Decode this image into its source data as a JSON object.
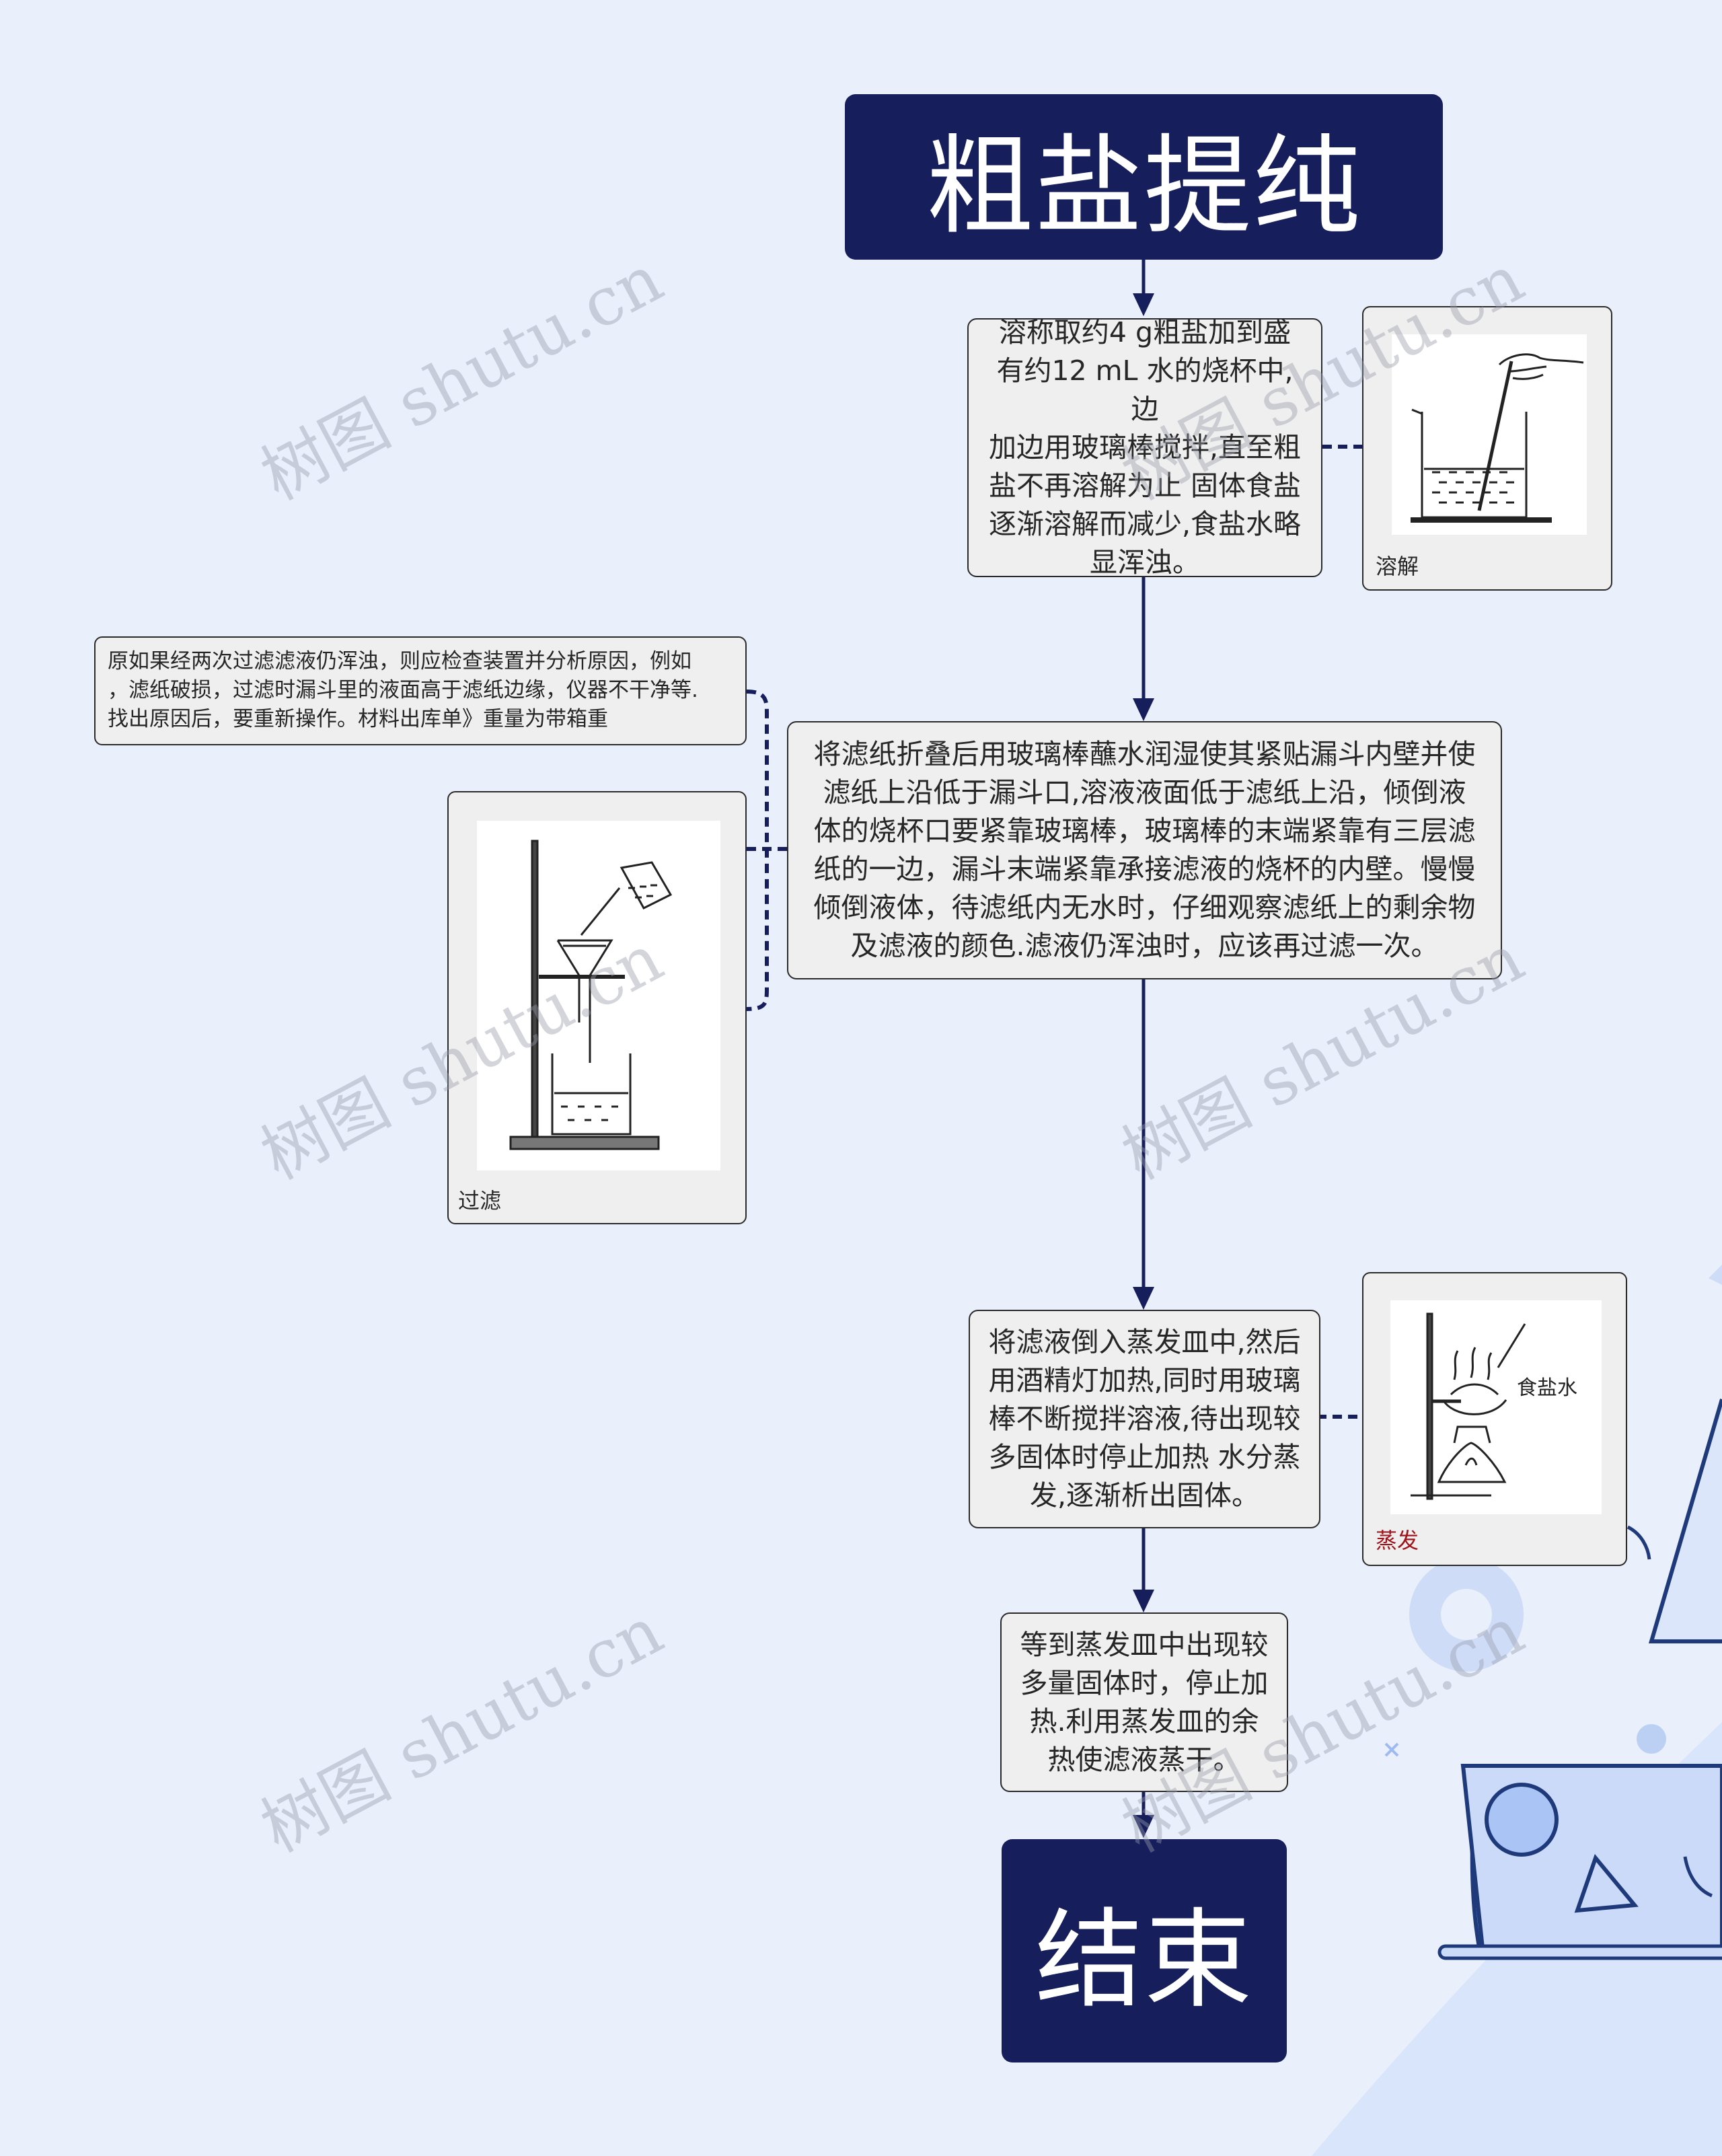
{
  "title": "粗盐提纯",
  "end": "结束",
  "steps": [
    {
      "id": "dissolve",
      "lines": [
        "溶称取约4 g粗盐加到盛",
        "有约12 mL 水的烧杯中,边",
        "加边用玻璃棒搅拌,直至粗",
        "盐不再溶解为止 固体食盐",
        "逐渐溶解而减少,食盐水略",
        "显浑浊。"
      ]
    },
    {
      "id": "filter",
      "lines": [
        "将滤纸折叠后用玻璃棒蘸水润湿使其紧贴漏斗内壁并使",
        "滤纸上沿低于漏斗口,溶液液面低于滤纸上沿，倾倒液",
        "体的烧杯口要紧靠玻璃棒，玻璃棒的末端紧靠有三层滤",
        "纸的一边，漏斗末端紧靠承接滤液的烧杯的内壁。慢慢",
        "倾倒液体，待滤纸内无水时，仔细观察滤纸上的剩余物",
        "及滤液的颜色.滤液仍浑浊时，应该再过滤一次。"
      ]
    },
    {
      "id": "evaporate",
      "lines": [
        "将滤液倒入蒸发皿中,然后",
        "用酒精灯加热,同时用玻璃",
        "棒不断搅拌溶液,待出现较",
        "多固体时停止加热 水分蒸",
        "发,逐渐析出固体。"
      ]
    },
    {
      "id": "dry",
      "lines": [
        "等到蒸发皿中出现较",
        "多量固体时，停止加",
        "热.利用蒸发皿的余",
        "热使滤液蒸干。"
      ]
    }
  ],
  "note": {
    "lines": [
      "原如果经两次过滤滤液仍浑浊，则应检查装置并分析原因，例如",
      "，滤纸破损，过滤时漏斗里的液面高于滤纸边缘，仪器不干净等.",
      "找出原因后，要重新操作。材料出库单》重量为带箱重"
    ]
  },
  "images": {
    "dissolve": {
      "caption": "溶解"
    },
    "filter": {
      "caption": "过滤"
    },
    "evaporate": {
      "caption": "蒸发",
      "inner_label": "食盐水"
    }
  },
  "watermark": "树图 shutu.cn",
  "colors": {
    "dark_navy": "#161e5c",
    "node_bg": "#efefef",
    "background": "#e9effb",
    "caption_red": "#a0141b"
  }
}
